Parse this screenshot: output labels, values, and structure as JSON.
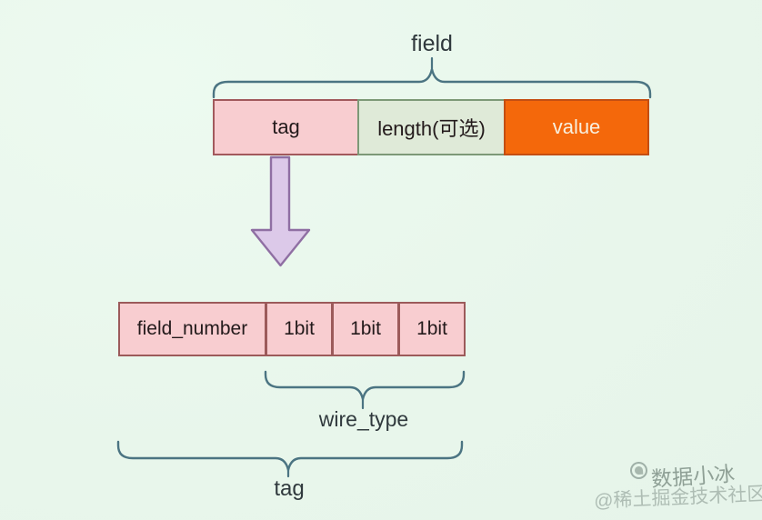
{
  "diagram": {
    "field_label": "field",
    "top_bar": {
      "cells": [
        {
          "label": "tag"
        },
        {
          "label": "length(可选)"
        },
        {
          "label": "value"
        }
      ]
    },
    "arrow": "down-arrow",
    "bottom_bar": {
      "cells": [
        {
          "label": "field_number"
        },
        {
          "label": "1bit"
        },
        {
          "label": "1bit"
        },
        {
          "label": "1bit"
        }
      ]
    },
    "wire_type_label": "wire_type",
    "tag_label": "tag"
  },
  "watermark": {
    "author": "数据小冰",
    "community": "@稀土掘金技术社区"
  },
  "colors": {
    "background": "#eaf7ed",
    "pink_fill": "#f8cdd0",
    "pink_border": "#a2595c",
    "green_fill": "#dfead8",
    "green_border": "#7d9977",
    "orange_fill": "#f4680b",
    "orange_border": "#c44e12",
    "brace_stroke": "#4b7482",
    "arrow_fill": "#dcc9e9",
    "arrow_border": "#8f6fa3",
    "watermark_gray": "#8fa096"
  }
}
